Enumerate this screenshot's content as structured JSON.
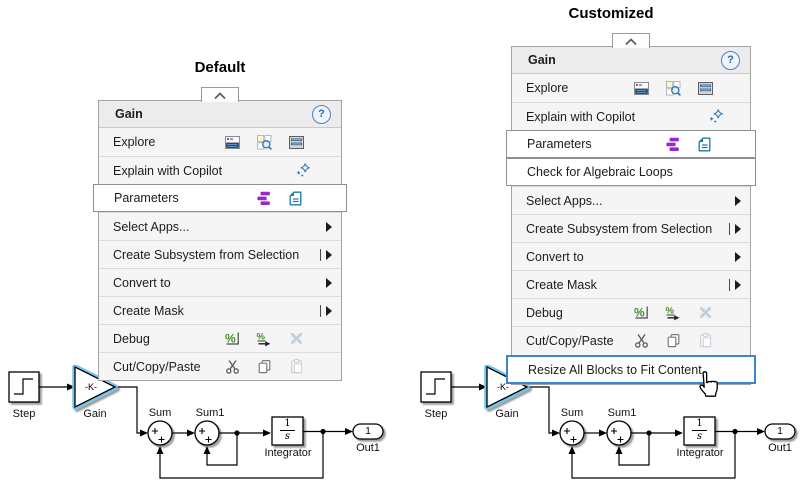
{
  "section_titles": {
    "default": "Default",
    "customized": "Customized"
  },
  "icons": {
    "help_glyph": "?"
  },
  "menus": {
    "default": {
      "title": "Gain",
      "header_icons": [
        "help-icon"
      ],
      "rows": [
        {
          "label": "Explore",
          "icons": [
            "model-explorer-icon",
            "find-icon",
            "property-inspector-icon"
          ]
        },
        {
          "label": "Explain with Copilot",
          "icons": [
            "copilot-sparkles-icon"
          ]
        },
        {
          "label": "Parameters",
          "icons": [
            "parameters-stack-icon",
            "block-dialog-icon"
          ],
          "highlighted": true
        },
        {
          "label": "Select Apps...",
          "trailing": "submenu-arrow"
        },
        {
          "label": "Create Subsystem from Selection",
          "trailing": "pinned-submenu-arrow"
        },
        {
          "label": "Convert to",
          "trailing": "submenu-arrow"
        },
        {
          "label": "Create Mask",
          "trailing": "pinned-submenu-arrow"
        },
        {
          "label": "Debug",
          "icons": [
            "percent-breakpoint-icon",
            "percent-step-icon",
            "clear-breakpoints-disabled-icon"
          ]
        },
        {
          "label": "Cut/Copy/Paste",
          "icons": [
            "cut-icon",
            "copy-icon",
            "paste-disabled-icon"
          ]
        }
      ]
    },
    "customized": {
      "title": "Gain",
      "header_icons": [
        "help-icon"
      ],
      "rows": [
        {
          "label": "Explore",
          "icons": [
            "model-explorer-icon",
            "find-icon",
            "property-inspector-icon"
          ]
        },
        {
          "label": "Explain with Copilot",
          "icons": [
            "copilot-sparkles-icon"
          ]
        },
        {
          "label": "Parameters",
          "icons": [
            "parameters-stack-icon",
            "block-dialog-icon"
          ],
          "highlighted": true
        },
        {
          "label": "Check for Algebraic Loops",
          "highlighted": true
        },
        {
          "label": "Select Apps...",
          "trailing": "submenu-arrow"
        },
        {
          "label": "Create Subsystem from Selection",
          "trailing": "pinned-submenu-arrow"
        },
        {
          "label": "Convert to",
          "trailing": "submenu-arrow"
        },
        {
          "label": "Create Mask",
          "trailing": "pinned-submenu-arrow"
        },
        {
          "label": "Debug",
          "icons": [
            "percent-breakpoint-icon",
            "percent-step-icon",
            "clear-breakpoints-disabled-icon"
          ]
        },
        {
          "label": "Cut/Copy/Paste",
          "icons": [
            "cut-icon",
            "copy-icon",
            "paste-disabled-icon"
          ]
        },
        {
          "label": "Resize All Blocks to Fit Content",
          "state": "hovered",
          "cursor": "hand-cursor-icon"
        }
      ]
    }
  },
  "diagram": {
    "blocks": {
      "step": "Step",
      "gain": "Gain",
      "gain_value": "-K-",
      "sum": "Sum",
      "sum1": "Sum1",
      "integrator": "Integrator",
      "integrator_numerator": "1",
      "integrator_denominator": "s",
      "outport": "Out1",
      "outport_value": "1"
    },
    "selected_block": "Gain",
    "selection_color": "#6fc6ee"
  }
}
